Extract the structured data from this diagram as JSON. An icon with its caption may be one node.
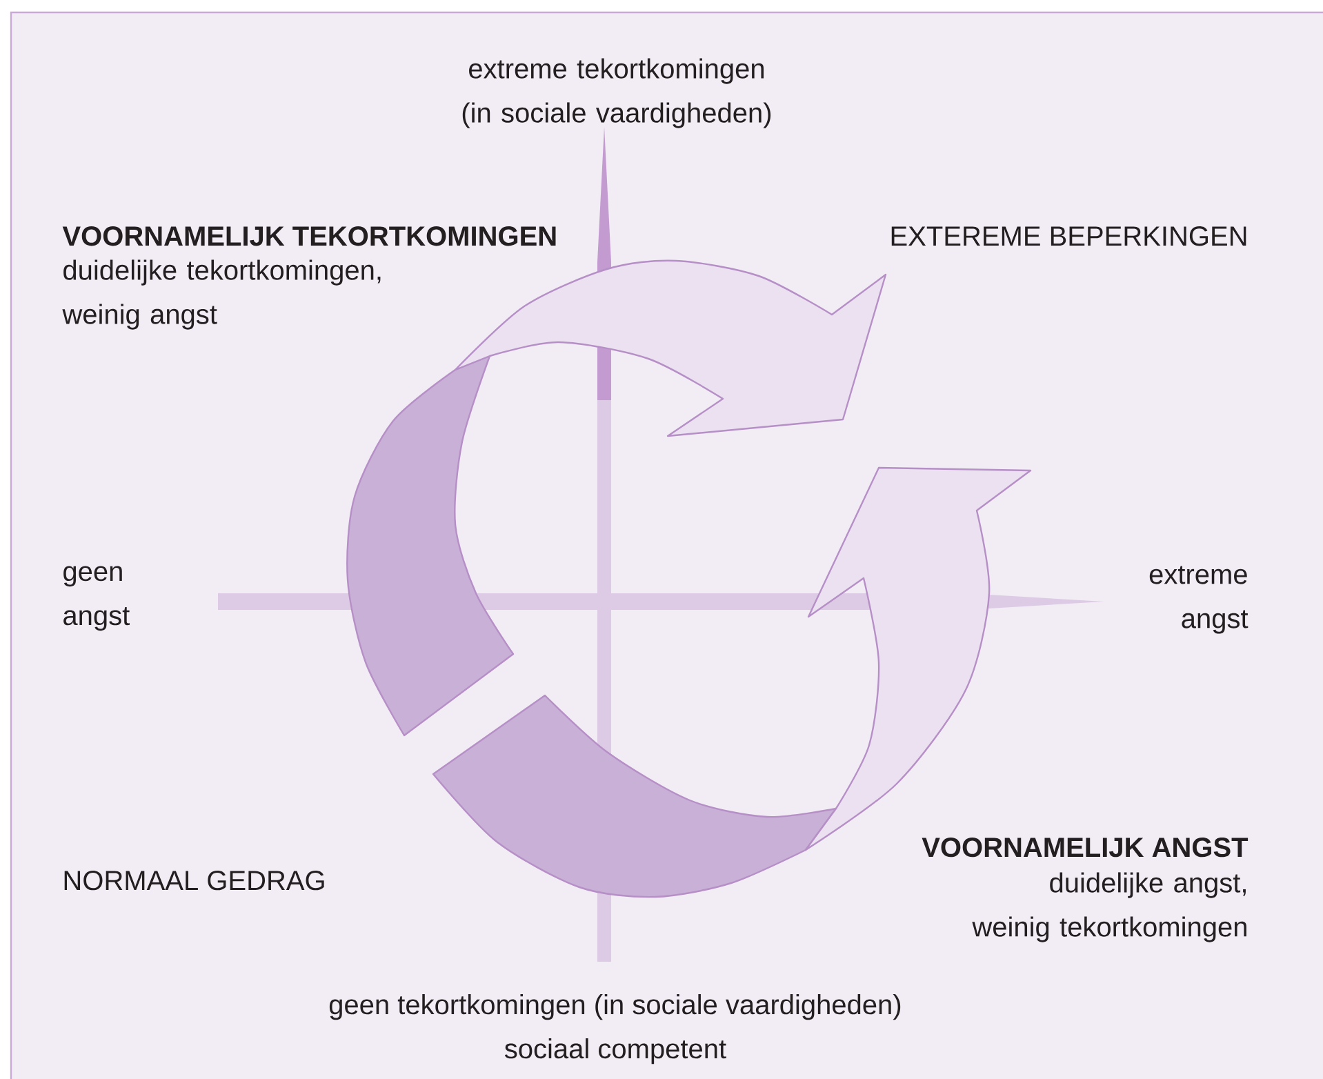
{
  "diagram": {
    "labels": [
      "extreme tekortkomingen (in sociale vaardigheden)",
      "VOORNAMELIJK TEKORTKOMINGEN",
      "EXTEREME BEPERKINGEN",
      "duidelijke tekortkomingen, weinig angst",
      "geen angst",
      "extreme angst",
      "VOORNAMELIJK ANGST",
      "NORMAAL GEDRAG",
      "duidelijke angst, weinig tekortkomingen",
      "geen tekortkomingen (in sociale vaardigheden)",
      "sociaal competent"
    ]
  }
}
